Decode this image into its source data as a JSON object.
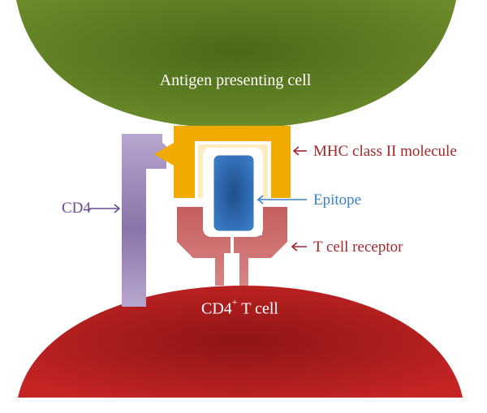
{
  "labels": {
    "apc": "Antigen presenting cell",
    "tcell_main": "CD4",
    "tcell_sup": "+",
    "tcell_rest": " T cell",
    "mhc": "MHC class II molecule",
    "epitope": "Epitope",
    "tcr": "T cell receptor",
    "cd4": "CD4"
  },
  "colors": {
    "apc": "#5a7a1e",
    "tcell": "#b81f1f",
    "mhc": "#f0a800",
    "epitope": "#2f6db6",
    "tcr": "#c96a6a",
    "cd4": "#a58fc1",
    "mhc_label": "#a3262a",
    "epitope_label": "#3a82c4",
    "cd4_label": "#6a4a96"
  }
}
